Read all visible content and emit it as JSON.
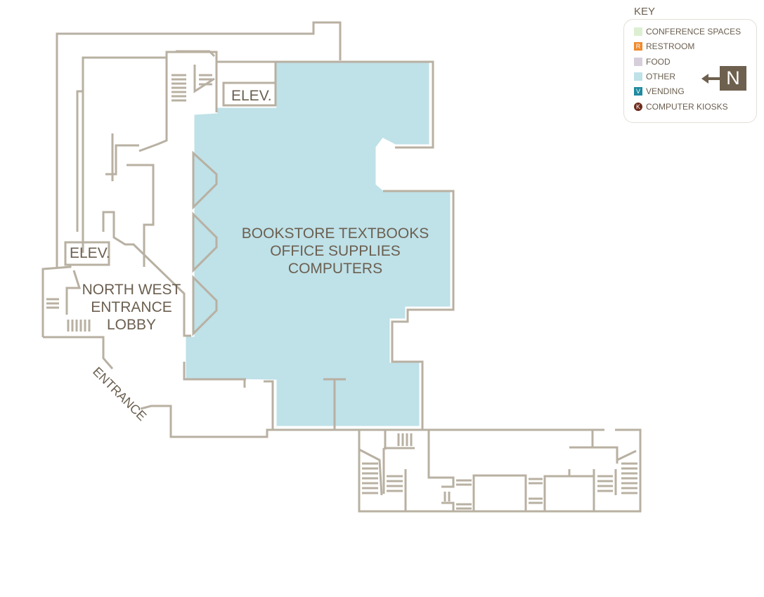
{
  "rooms": {
    "bookstore": [
      "BOOKSTORE TEXTBOOKS",
      "OFFICE SUPPLIES",
      "COMPUTERS"
    ],
    "elevator_top": "ELEV.",
    "elevator_left": "ELEV.",
    "lobby": [
      "NORTH WEST",
      "ENTRANCE",
      "LOBBY"
    ],
    "entrance": "ENTRANCE"
  },
  "key": {
    "title": "KEY",
    "items": [
      {
        "label": "CONFERENCE SPACES",
        "color": "#dcefd2",
        "glyph": ""
      },
      {
        "label": "RESTROOM",
        "color": "#f08a2c",
        "glyph": "R"
      },
      {
        "label": "FOOD",
        "color": "#d6cfdb",
        "glyph": ""
      },
      {
        "label": "OTHER",
        "color": "#bfe1e8",
        "glyph": ""
      },
      {
        "label": "VENDING",
        "color": "#1f8aa0",
        "glyph": "V"
      },
      {
        "label": "COMPUTER KIOSKS",
        "color": "#6e2a1c",
        "glyph": "K"
      }
    ]
  },
  "compass": {
    "label": "N",
    "direction": "left"
  },
  "colors": {
    "wall": "#b8b0a2",
    "other_area": "#bfe1e8",
    "text": "#6b5f50"
  }
}
